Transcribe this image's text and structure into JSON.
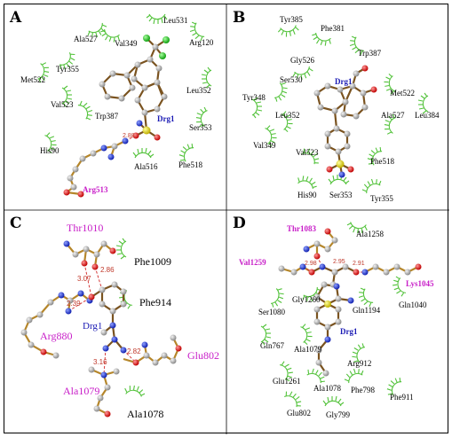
{
  "panels": {
    "A": {
      "letter": "A",
      "drug_label": "Drg1",
      "hbond_residue": "Arg513",
      "distance": "2.88",
      "hydrophobic": [
        "Leu531",
        "Ala527",
        "Val349",
        "Arg120",
        "Met522",
        "Tyr355",
        "Val523",
        "Trp387",
        "Leu352",
        "Ser353",
        "His90",
        "Ala516",
        "Phe518"
      ]
    },
    "B": {
      "letter": "B",
      "drug_label": "Drg1",
      "hydrophobic": [
        "Tyr385",
        "Phe381",
        "Trp387",
        "Gly526",
        "Ser530",
        "Met522",
        "Tyr348",
        "Leu352",
        "Leu384",
        "Ala527",
        "Val349",
        "Val523",
        "Phe518",
        "His90",
        "Ser353",
        "Tyr355"
      ]
    },
    "C": {
      "letter": "C",
      "drug_label": "Drg1",
      "hbond_residues": [
        "Thr1010",
        "Arg880",
        "Glu802",
        "Ala1079"
      ],
      "distances": [
        "3.07",
        "2.86",
        "2.39",
        "3.16",
        "2.82"
      ],
      "hydrophobic": [
        "Phe1009",
        "Phe914",
        "Ala1078"
      ]
    },
    "D": {
      "letter": "D",
      "drug_label": "Drg1",
      "hbond_residues": [
        "Thr1083",
        "Val1259",
        "Lys1045"
      ],
      "distances": [
        "2.98",
        "2.95",
        "2.91"
      ],
      "hydrophobic": [
        "Ala1258",
        "Gly1260",
        "Ser1080",
        "Gln1194",
        "Gln1040",
        "Gln767",
        "Ala1079",
        "Arg912",
        "Glu1261",
        "Ala1078",
        "Phe798",
        "Phe911",
        "Glu802",
        "Gly799"
      ]
    }
  }
}
